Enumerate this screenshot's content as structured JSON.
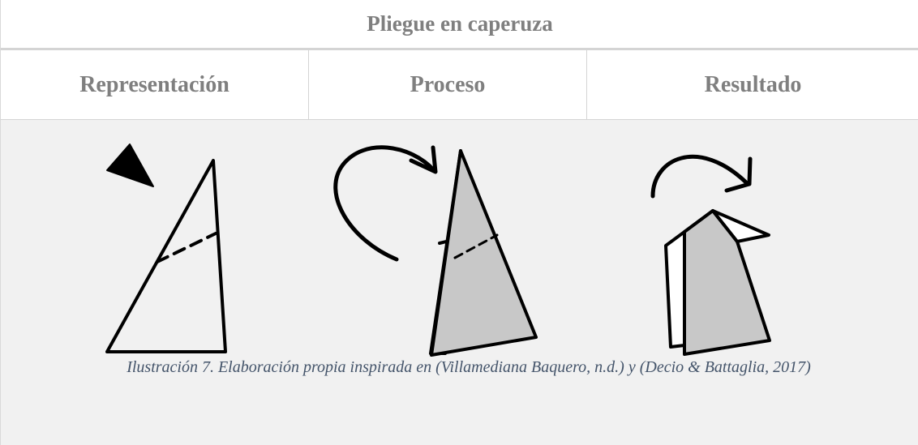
{
  "table": {
    "title": "Pliegue en caperuza",
    "headers": [
      "Representación",
      "Proceso",
      "Resultado"
    ]
  },
  "figure": {
    "icons": [
      "fold-direction-arrowhead-icon",
      "rotate-arrow-icon",
      "rotate-arrow-icon"
    ],
    "colors": {
      "stroke": "#000000",
      "fill_back": "#c8c8c8",
      "background": "#f1f1f1"
    }
  },
  "caption": {
    "text": "Ilustración 7. Elaboración propia inspirada en (Villamediana Baquero, n.d.) y (Decio & Battaglia, 2017)"
  }
}
